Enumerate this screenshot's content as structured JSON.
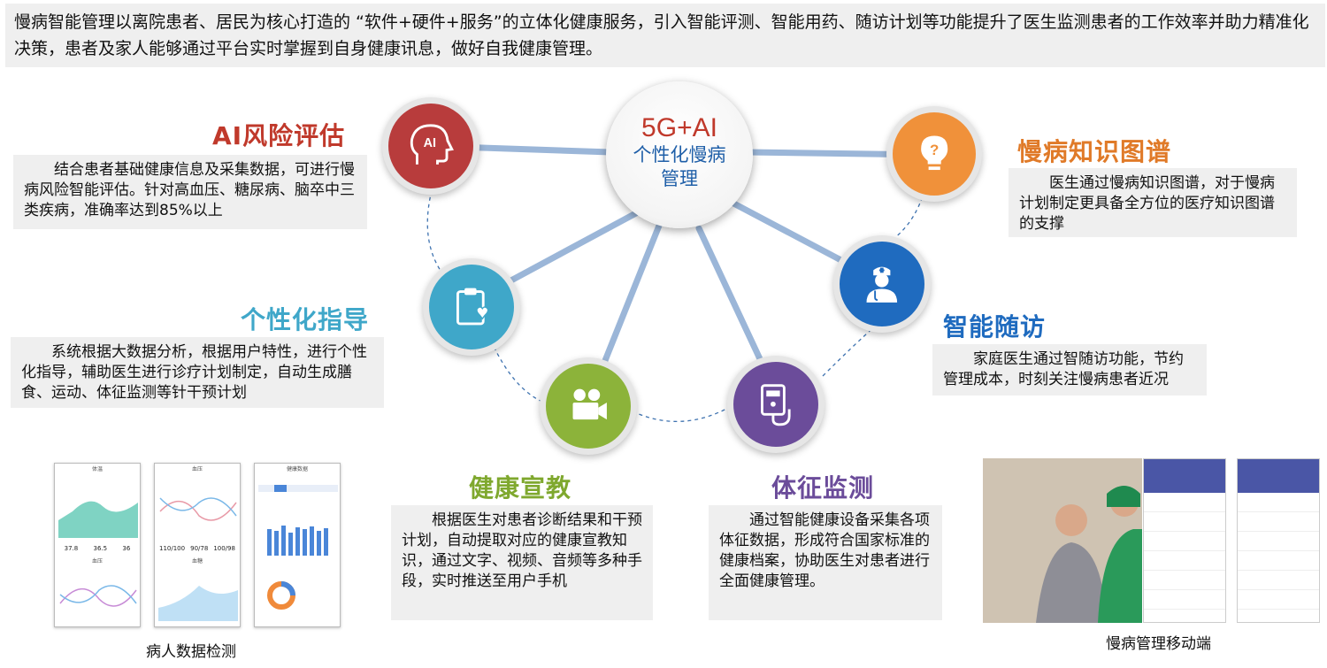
{
  "intro": "慢病智能管理以离院患者、居民为核心打造的 “软件+硬件+服务”的立体化健康服务，引入智能评测、智能用药、随访计划等功能提升了医生监测患者的工作效率并助力精准化决策，患者及家人能够通过平台实时掌握到自身健康讯息，做好自我健康管理。",
  "center": {
    "line1": "5G+AI",
    "line2": "个性化慢病",
    "line3": "管理"
  },
  "nodes": {
    "ai_risk": {
      "title": "AI风险评估",
      "icon_text": "AI",
      "icon": "head-ai-icon",
      "color": "#b83c3c",
      "desc": "结合患者基础健康信息及采集数据，可进行慢病风险智能评估。针对高血压、糖尿病、脑卒中三类疾病，准确率达到85%以上"
    },
    "knowledge": {
      "title": "慢病知识图谱",
      "icon": "lightbulb-question-icon",
      "color": "#f0913a",
      "desc": "医生通过慢病知识图谱，对于慢病计划制定更具备全方位的医疗知识图谱的支撑"
    },
    "guidance": {
      "title": "个性化指导",
      "icon": "clipboard-heart-icon",
      "color": "#3fa7c9",
      "desc": "系统根据大数据分析，根据用户特性，进行个性化指导，辅助医生进行诊疗计划制定，自动生成膳食、运动、体征监测等针干预计划"
    },
    "followup": {
      "title": "智能随访",
      "icon": "doctor-icon",
      "color": "#1f6bbf",
      "desc": "家庭医生通过智随访功能，节约管理成本，时刻关注慢病患者近况"
    },
    "education": {
      "title": "健康宣教",
      "icon": "video-camera-icon",
      "color": "#8cb33a",
      "desc": "根据医生对患者诊断结果和干预计划，自动提取对应的健康宣教知识，通过文字、视频、音频等多种手段，实时推送至用户手机"
    },
    "monitor": {
      "title": "体征监测",
      "icon": "medical-device-icon",
      "color": "#6b4c9a",
      "desc": "通过智能健康设备采集各项体征数据，形成符合国家标准的健康档案，协助医生对患者进行全面健康管理。"
    }
  },
  "patient_data": {
    "caption": "病人数据检测",
    "screen1": {
      "title1": "体温",
      "vals": [
        "37.8",
        "36.5",
        "36"
      ],
      "title2": "血压"
    },
    "screen2": {
      "title1": "血压",
      "vals": [
        "110/100",
        "90/78",
        "100/98"
      ],
      "title2": "血糖"
    },
    "screen3": {
      "title": "健康数据"
    }
  },
  "mobile": {
    "caption": "慢病管理移动端"
  }
}
